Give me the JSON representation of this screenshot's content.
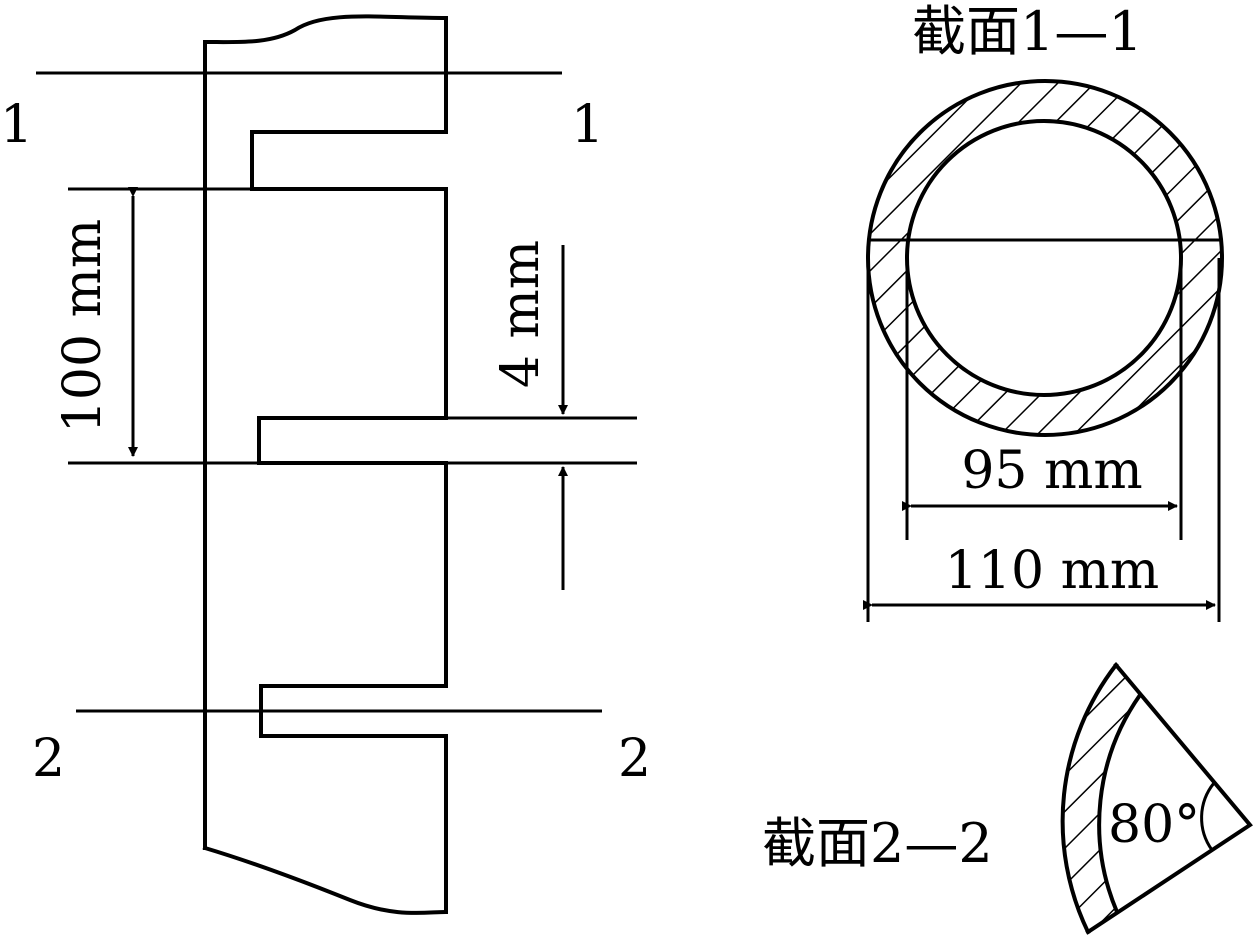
{
  "labels": {
    "section_mark_1_left": "1",
    "section_mark_1_right": "1",
    "section_mark_2_left": "2",
    "section_mark_2_right": "2",
    "dim_100": "100 mm",
    "dim_4": "4 mm",
    "dim_95": "95 mm",
    "dim_110": "110 mm",
    "angle_80": "80°",
    "section_title_1": "截面1—1",
    "section_title_2": "截面2—2"
  },
  "colors": {
    "line": "#000000",
    "background": "#ffffff"
  }
}
